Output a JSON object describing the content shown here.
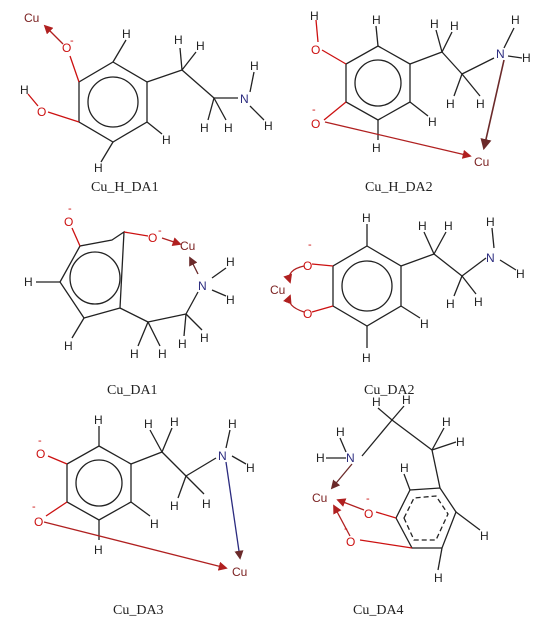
{
  "colors": {
    "bond": "#222222",
    "oxygen": "#cc1111",
    "nitrogen": "#2b2b7f",
    "copper": "#7a1f1f",
    "arrow_o": "#b02020",
    "arrow_n": "#6b2a2a"
  },
  "labels": {
    "H": "H",
    "O": "O",
    "N": "N",
    "Cu": "Cu",
    "minus": "-"
  },
  "panels": [
    {
      "name": "Cu_H_DA1"
    },
    {
      "name": "Cu_H_DA2"
    },
    {
      "name": "Cu_DA1"
    },
    {
      "name": "Cu_DA2"
    },
    {
      "name": "Cu_DA3"
    },
    {
      "name": "Cu_DA4"
    }
  ]
}
